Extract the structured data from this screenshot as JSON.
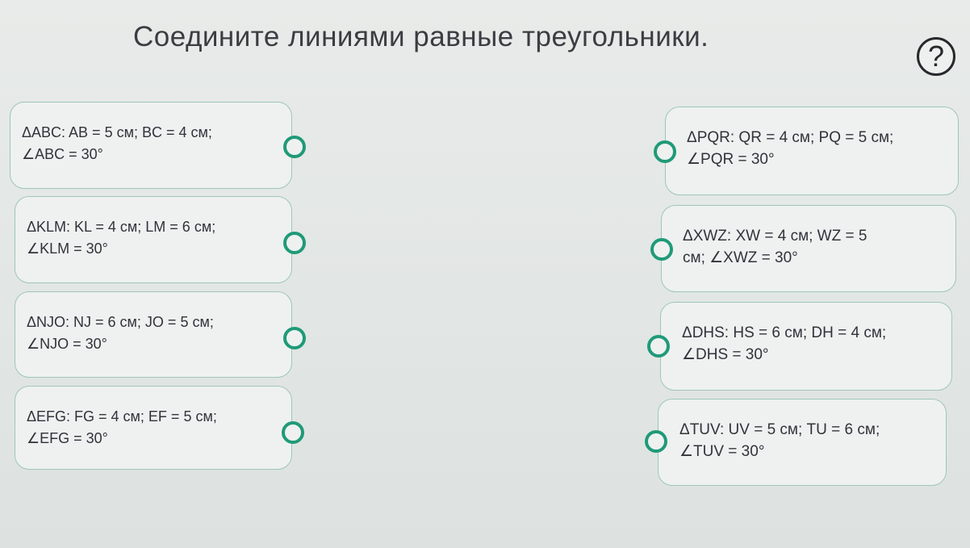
{
  "header": {
    "title": "Соедините линиями равные треугольники.",
    "help_label": "?"
  },
  "left_items": [
    {
      "line1": "ΔABC: AB = 5 см; BC = 4 см;",
      "line2": "∠ABC = 30°"
    },
    {
      "line1": "ΔKLM: KL = 4 см; LM = 6 см;",
      "line2": "∠KLM = 30°"
    },
    {
      "line1": "ΔNJO: NJ = 6 см; JO = 5 см;",
      "line2": "∠NJO = 30°"
    },
    {
      "line1": "ΔEFG: FG = 4 см; EF = 5 см;",
      "line2": "∠EFG = 30°"
    }
  ],
  "right_items": [
    {
      "line1": "ΔPQR: QR = 4 см; PQ = 5 см;",
      "line2": "∠PQR = 30°"
    },
    {
      "line1": "ΔXWZ: XW = 4 см; WZ = 5",
      "line2": "см; ∠XWZ = 30°"
    },
    {
      "line1": "ΔDHS: HS = 6 см; DH = 4 см;",
      "line2": "∠DHS = 30°"
    },
    {
      "line1": "ΔTUV: UV = 5 см; TU = 6 см;",
      "line2": "∠TUV = 30°"
    }
  ],
  "colors": {
    "accent": "#1f9a78",
    "card_border": "#9fc6b8"
  }
}
